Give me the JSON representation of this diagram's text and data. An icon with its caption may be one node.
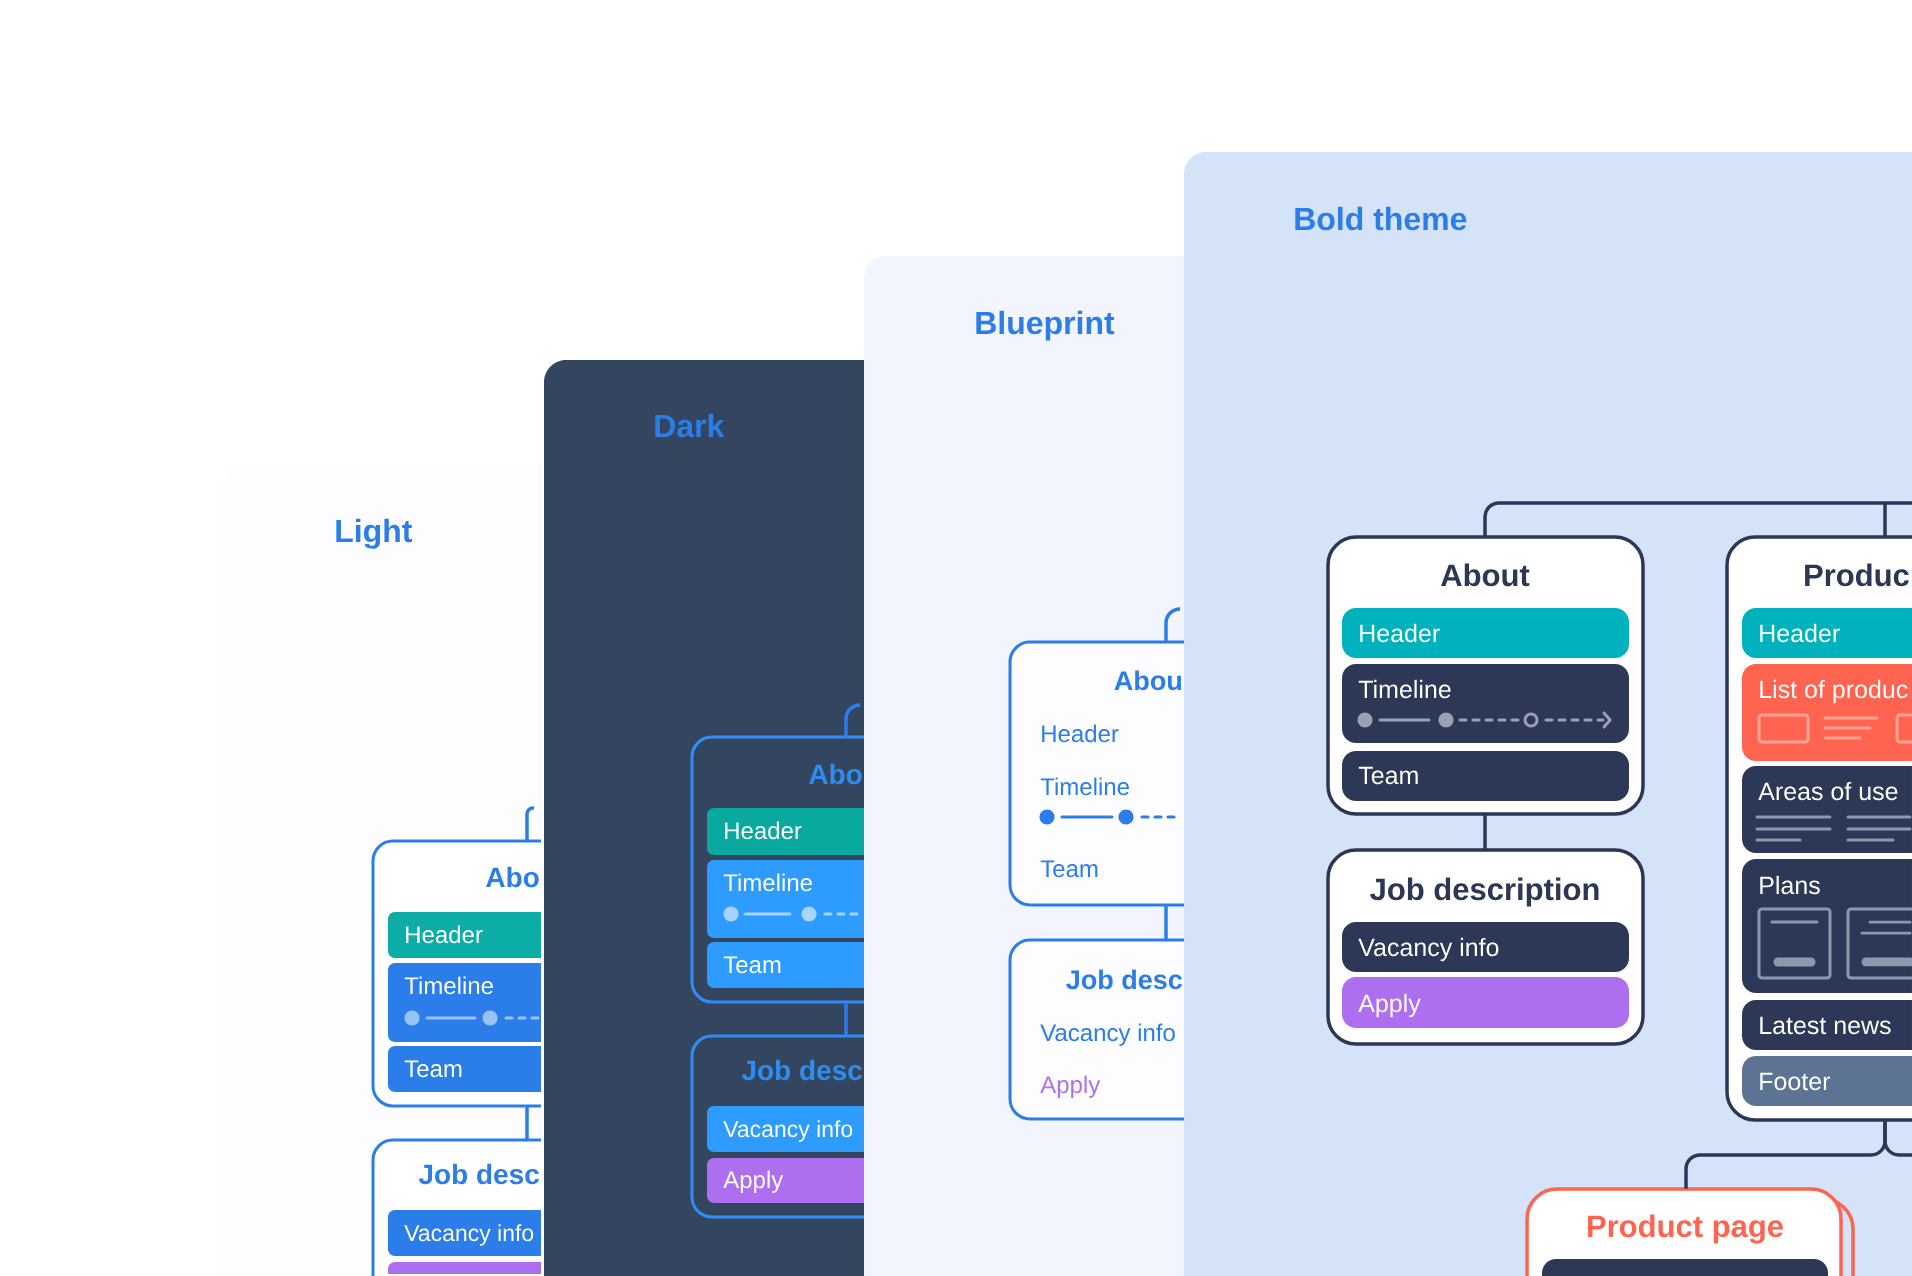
{
  "diagram": {
    "nodes": [
      {
        "text": [
          "Light"
        ]
      },
      {
        "text": [
          "Abo"
        ],
        "in": 0
      },
      {
        "text": [
          "Header"
        ],
        "in": 1
      },
      {
        "text": [
          "Timeline"
        ],
        "in": 1
      },
      {
        "text": [
          "Team"
        ],
        "in": 1
      },
      {
        "text": [
          "Job desc"
        ],
        "in": 0
      },
      {
        "text": [
          "Vacancy info"
        ],
        "in": 5
      },
      {
        "text": [],
        "shape": "box",
        "in": 5
      },
      {
        "text": [
          "Dark"
        ]
      },
      {
        "text": [
          "Abo"
        ],
        "in": 8
      },
      {
        "text": [
          "Header"
        ],
        "in": 9
      },
      {
        "text": [
          "Timeline"
        ],
        "in": 9
      },
      {
        "text": [
          "Team"
        ],
        "in": 9
      },
      {
        "text": [
          "Job desc"
        ],
        "in": 8
      },
      {
        "text": [
          "Vacancy info"
        ],
        "in": 13
      },
      {
        "text": [
          "Apply"
        ],
        "in": 13
      },
      {
        "text": [
          "Blueprint"
        ]
      },
      {
        "text": [
          "Abou"
        ],
        "in": 16
      },
      {
        "text": [
          "Header"
        ],
        "in": 17
      },
      {
        "text": [
          "Timeline"
        ],
        "in": 17
      },
      {
        "text": [
          "Team"
        ],
        "in": 17
      },
      {
        "text": [
          "Job desc"
        ],
        "in": 16
      },
      {
        "text": [
          "Vacancy info"
        ],
        "in": 21
      },
      {
        "text": [
          "Apply"
        ],
        "in": 21
      },
      {
        "text": [
          "Bold theme"
        ]
      },
      {
        "text": [
          "About"
        ],
        "in": 24
      },
      {
        "text": [
          "Header"
        ],
        "in": 25
      },
      {
        "text": [
          "Timeline"
        ],
        "in": 25
      },
      {
        "text": [
          "Team"
        ],
        "in": 25
      },
      {
        "text": [
          "Job description"
        ],
        "in": 24
      },
      {
        "text": [
          "Vacancy info"
        ],
        "in": 29
      },
      {
        "text": [
          "Apply"
        ],
        "in": 29
      },
      {
        "text": [
          "Produc"
        ],
        "in": 24
      },
      {
        "text": [
          "Header"
        ],
        "in": 32
      },
      {
        "text": [
          "List of produc"
        ],
        "in": 32
      },
      {
        "text": [
          "Areas of use"
        ],
        "in": 32
      },
      {
        "text": [
          "Plans"
        ],
        "in": 32
      },
      {
        "text": [
          "Latest news"
        ],
        "in": 32
      },
      {
        "text": [
          "Footer"
        ],
        "in": 32
      },
      {
        "text": [
          "Product page"
        ],
        "in": 24
      },
      {
        "text": [],
        "shape": "box",
        "in": 39
      }
    ],
    "edges": [
      {
        "from": null,
        "to": 1,
        "arrow": "none"
      },
      {
        "from": 1,
        "to": 5,
        "arrow": "none"
      },
      {
        "from": null,
        "to": 9,
        "arrow": "none"
      },
      {
        "from": 9,
        "to": 13,
        "arrow": "none"
      },
      {
        "from": null,
        "to": 17,
        "arrow": "none"
      },
      {
        "from": 17,
        "to": 21,
        "arrow": "none"
      },
      {
        "from": null,
        "to": 25,
        "arrow": "none",
        "color": "#2b3754"
      },
      {
        "from": 25,
        "to": 29,
        "arrow": "none",
        "color": "#2b3754"
      },
      {
        "from": null,
        "to": 32,
        "arrow": "none",
        "color": "#2b3754"
      },
      {
        "from": 32,
        "to": 39,
        "arrow": "none",
        "color": "#2b3754"
      },
      {
        "from": 32,
        "to": null,
        "arrow": "none",
        "color": "#2b3754"
      }
    ]
  }
}
